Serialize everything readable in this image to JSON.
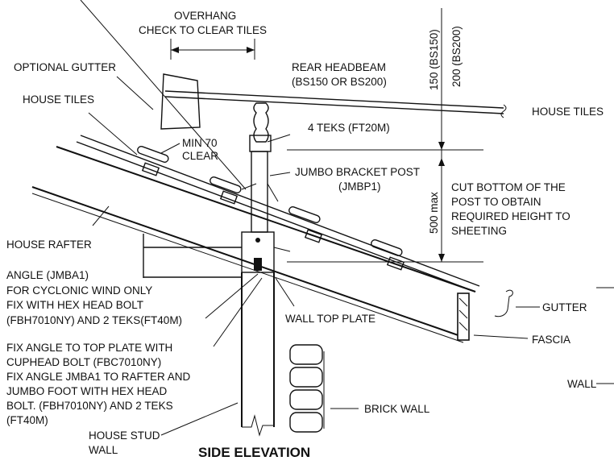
{
  "diagram": {
    "title": "SIDE ELEVATION",
    "labels": {
      "overhang_1": "OVERHANG",
      "overhang_2": "CHECK TO CLEAR TILES",
      "optional_gutter": "OPTIONAL GUTTER",
      "house_tiles_left": "HOUSE TILES",
      "rear_headbeam_1": "REAR HEADBEAM",
      "rear_headbeam_2": "(BS150 OR BS200)",
      "house_tiles_right": "HOUSE TILES",
      "teks_4": "4 TEKS (FT20M)",
      "min70_1": "MIN 70",
      "min70_2": "CLEAR",
      "jumbo_post_1": "JUMBO BRACKET POST",
      "jumbo_post_2": "(JMBP1)",
      "cut_bottom_1": "CUT BOTTOM OF THE",
      "cut_bottom_2": "POST TO OBTAIN",
      "cut_bottom_3": "REQUIRED HEIGHT TO",
      "cut_bottom_4": "SHEETING",
      "house_rafter": "HOUSE RAFTER",
      "angle_1": "ANGLE (JMBA1)",
      "angle_2": "FOR CYCLONIC WIND ONLY",
      "angle_3": "FIX WITH HEX HEAD BOLT",
      "angle_4": "(FBH7010NY)  AND 2 TEKS(FT40M)",
      "wall_top_plate": "WALL TOP PLATE",
      "gutter": "GUTTER",
      "fascia": "FASCIA",
      "fix_1": "FIX ANGLE TO TOP PLATE WITH",
      "fix_2": "CUPHEAD BOLT (FBC7010NY)",
      "fix_3": "FIX ANGLE JMBA1 TO RAFTER AND",
      "fix_4": "JUMBO FOOT WITH HEX HEAD",
      "fix_5": "BOLT. (FBH7010NY) AND 2 TEKS",
      "fix_6": "(FT40M)",
      "wall": "WALL",
      "brick_wall": "BRICK WALL",
      "stud_1": "HOUSE STUD",
      "stud_2": "WALL"
    },
    "dimensions": {
      "dim_150": "150  (BS150)",
      "dim_200": "200 (BS200)",
      "dim_500": "500 max"
    }
  }
}
